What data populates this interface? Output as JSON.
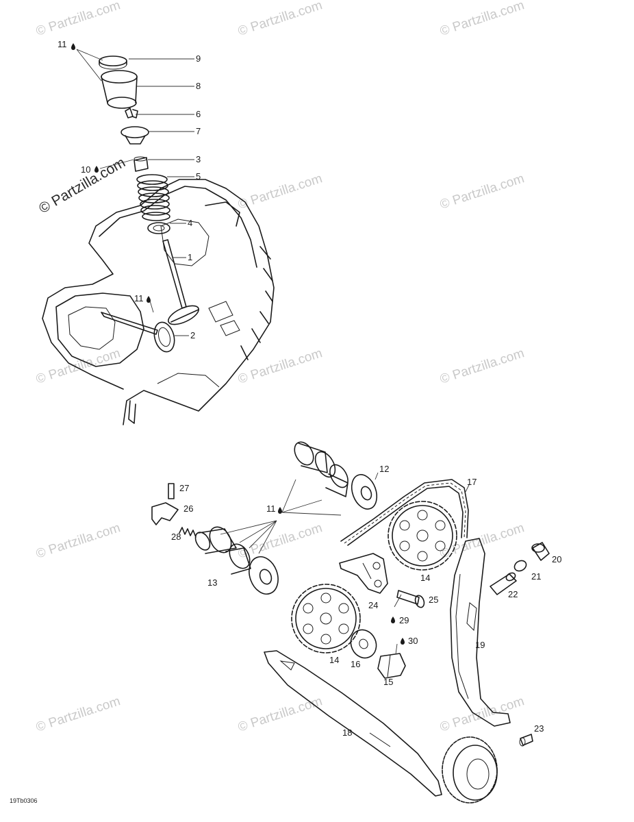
{
  "watermark": {
    "text": "© Partzilla.com"
  },
  "diagram_code": "19Tb0306",
  "labels": {
    "l1": "1",
    "l2": "2",
    "l3": "3",
    "l4": "4",
    "l5": "5",
    "l6": "6",
    "l7": "7",
    "l8": "8",
    "l9": "9",
    "l10": "10",
    "l11a": "11",
    "l11b": "11",
    "l11c": "11",
    "l12": "12",
    "l13": "13",
    "l14a": "14",
    "l14b": "14",
    "l15": "15",
    "l16": "16",
    "l17": "17",
    "l18": "18",
    "l19": "19",
    "l20": "20",
    "l21": "21",
    "l22": "22",
    "l23": "23",
    "l24": "24",
    "l25": "25",
    "l26": "26",
    "l27": "27",
    "l28": "28",
    "l29": "29",
    "l30": "30"
  }
}
